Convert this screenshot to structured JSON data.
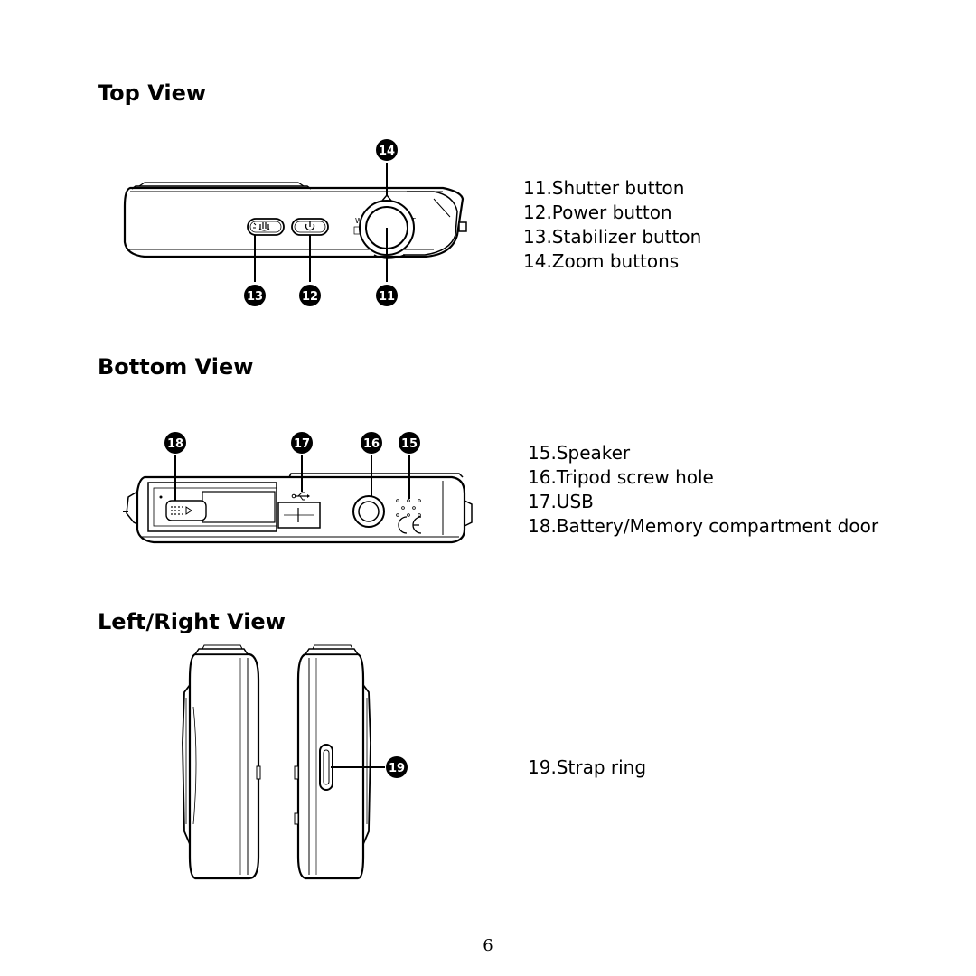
{
  "sections": {
    "top": {
      "title": "Top View",
      "callouts": [
        "14",
        "13",
        "12",
        "11"
      ],
      "items": [
        "11.Shutter button",
        "12.Power button",
        "13.Stabilizer button",
        "14.Zoom buttons"
      ],
      "zoom_labels": [
        "W",
        "T"
      ],
      "icons": [
        "stabilizer-hand-icon",
        "power-icon"
      ]
    },
    "bottom": {
      "title": "Bottom View",
      "callouts": [
        "18",
        "17",
        "16",
        "15"
      ],
      "items": [
        "15.Speaker",
        "16.Tripod screw hole",
        "17.USB",
        "18.Battery/Memory compartment door"
      ],
      "icons": [
        "usb-icon",
        "ce-mark"
      ]
    },
    "sides": {
      "title": "Left/Right View",
      "callouts": [
        "19"
      ],
      "items": [
        "19.Strap ring"
      ]
    }
  },
  "page_number": "6"
}
